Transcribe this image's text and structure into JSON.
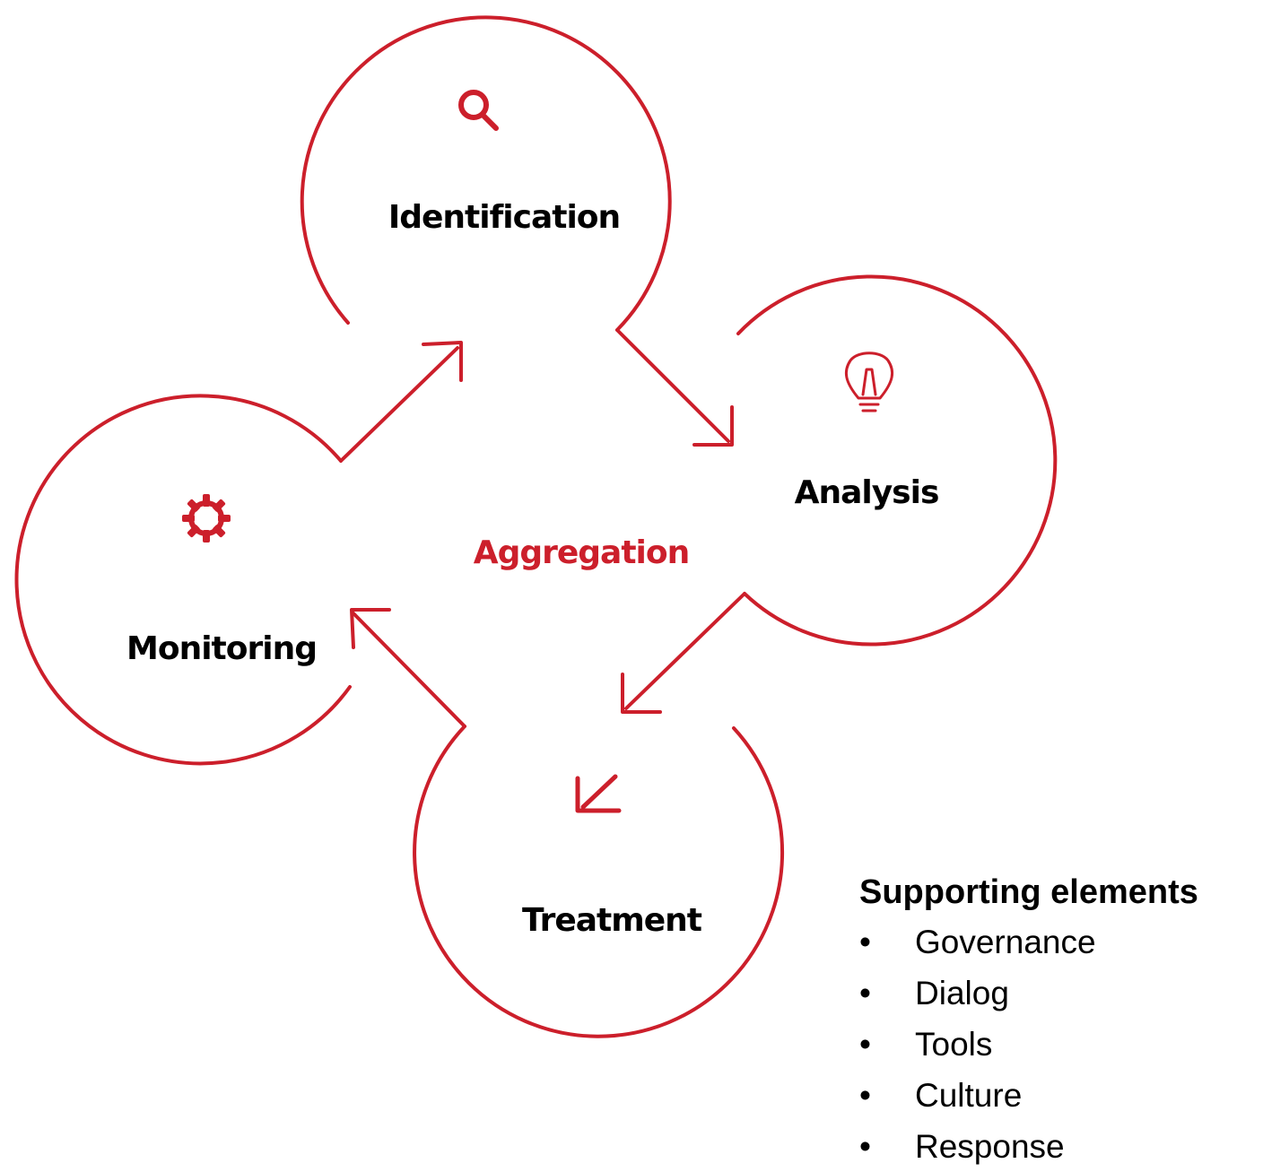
{
  "diagram": {
    "center_label": "Aggregation",
    "stages": [
      {
        "id": "identification",
        "label": "Identification",
        "icon": "search-icon"
      },
      {
        "id": "analysis",
        "label": "Analysis",
        "icon": "lightbulb-icon"
      },
      {
        "id": "treatment",
        "label": "Treatment",
        "icon": "trend-down-icon"
      },
      {
        "id": "monitoring",
        "label": "Monitoring",
        "icon": "gear-icon"
      }
    ],
    "colors": {
      "accent": "#cc1f2b",
      "label": "#000000",
      "center_label": "#cc1f2b"
    }
  },
  "support": {
    "title": "Supporting elements",
    "bullet": "•",
    "items": [
      "Governance",
      "Dialog",
      "Tools",
      "Culture",
      "Response"
    ]
  }
}
